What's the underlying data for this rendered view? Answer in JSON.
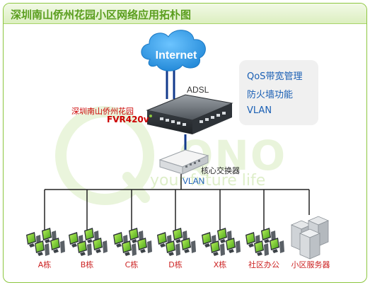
{
  "title": "深圳南山侨州花园小区网络应用拓朴图",
  "cloud": {
    "label": "Internet"
  },
  "uplink": {
    "label": "ADSL"
  },
  "router": {
    "site": "深圳南山侨州花园",
    "model": "FVR420v"
  },
  "features": [
    "QoS带宽管理",
    "防火墙功能",
    "VLAN"
  ],
  "core_switch": {
    "label": "核心交换器"
  },
  "vlan_label": "VLAN",
  "watermark": {
    "slogan": "your future life"
  },
  "buildings": [
    "A栋",
    "B栋",
    "C栋",
    "D栋",
    "X栋",
    "社区办公",
    "小区服务器"
  ],
  "colors": {
    "frame": "#8cc63f",
    "title": "#5a9e1e",
    "feature_text": "#1a5fb4",
    "label_red": "#cc2222",
    "cloud": "#2f9ae0"
  }
}
